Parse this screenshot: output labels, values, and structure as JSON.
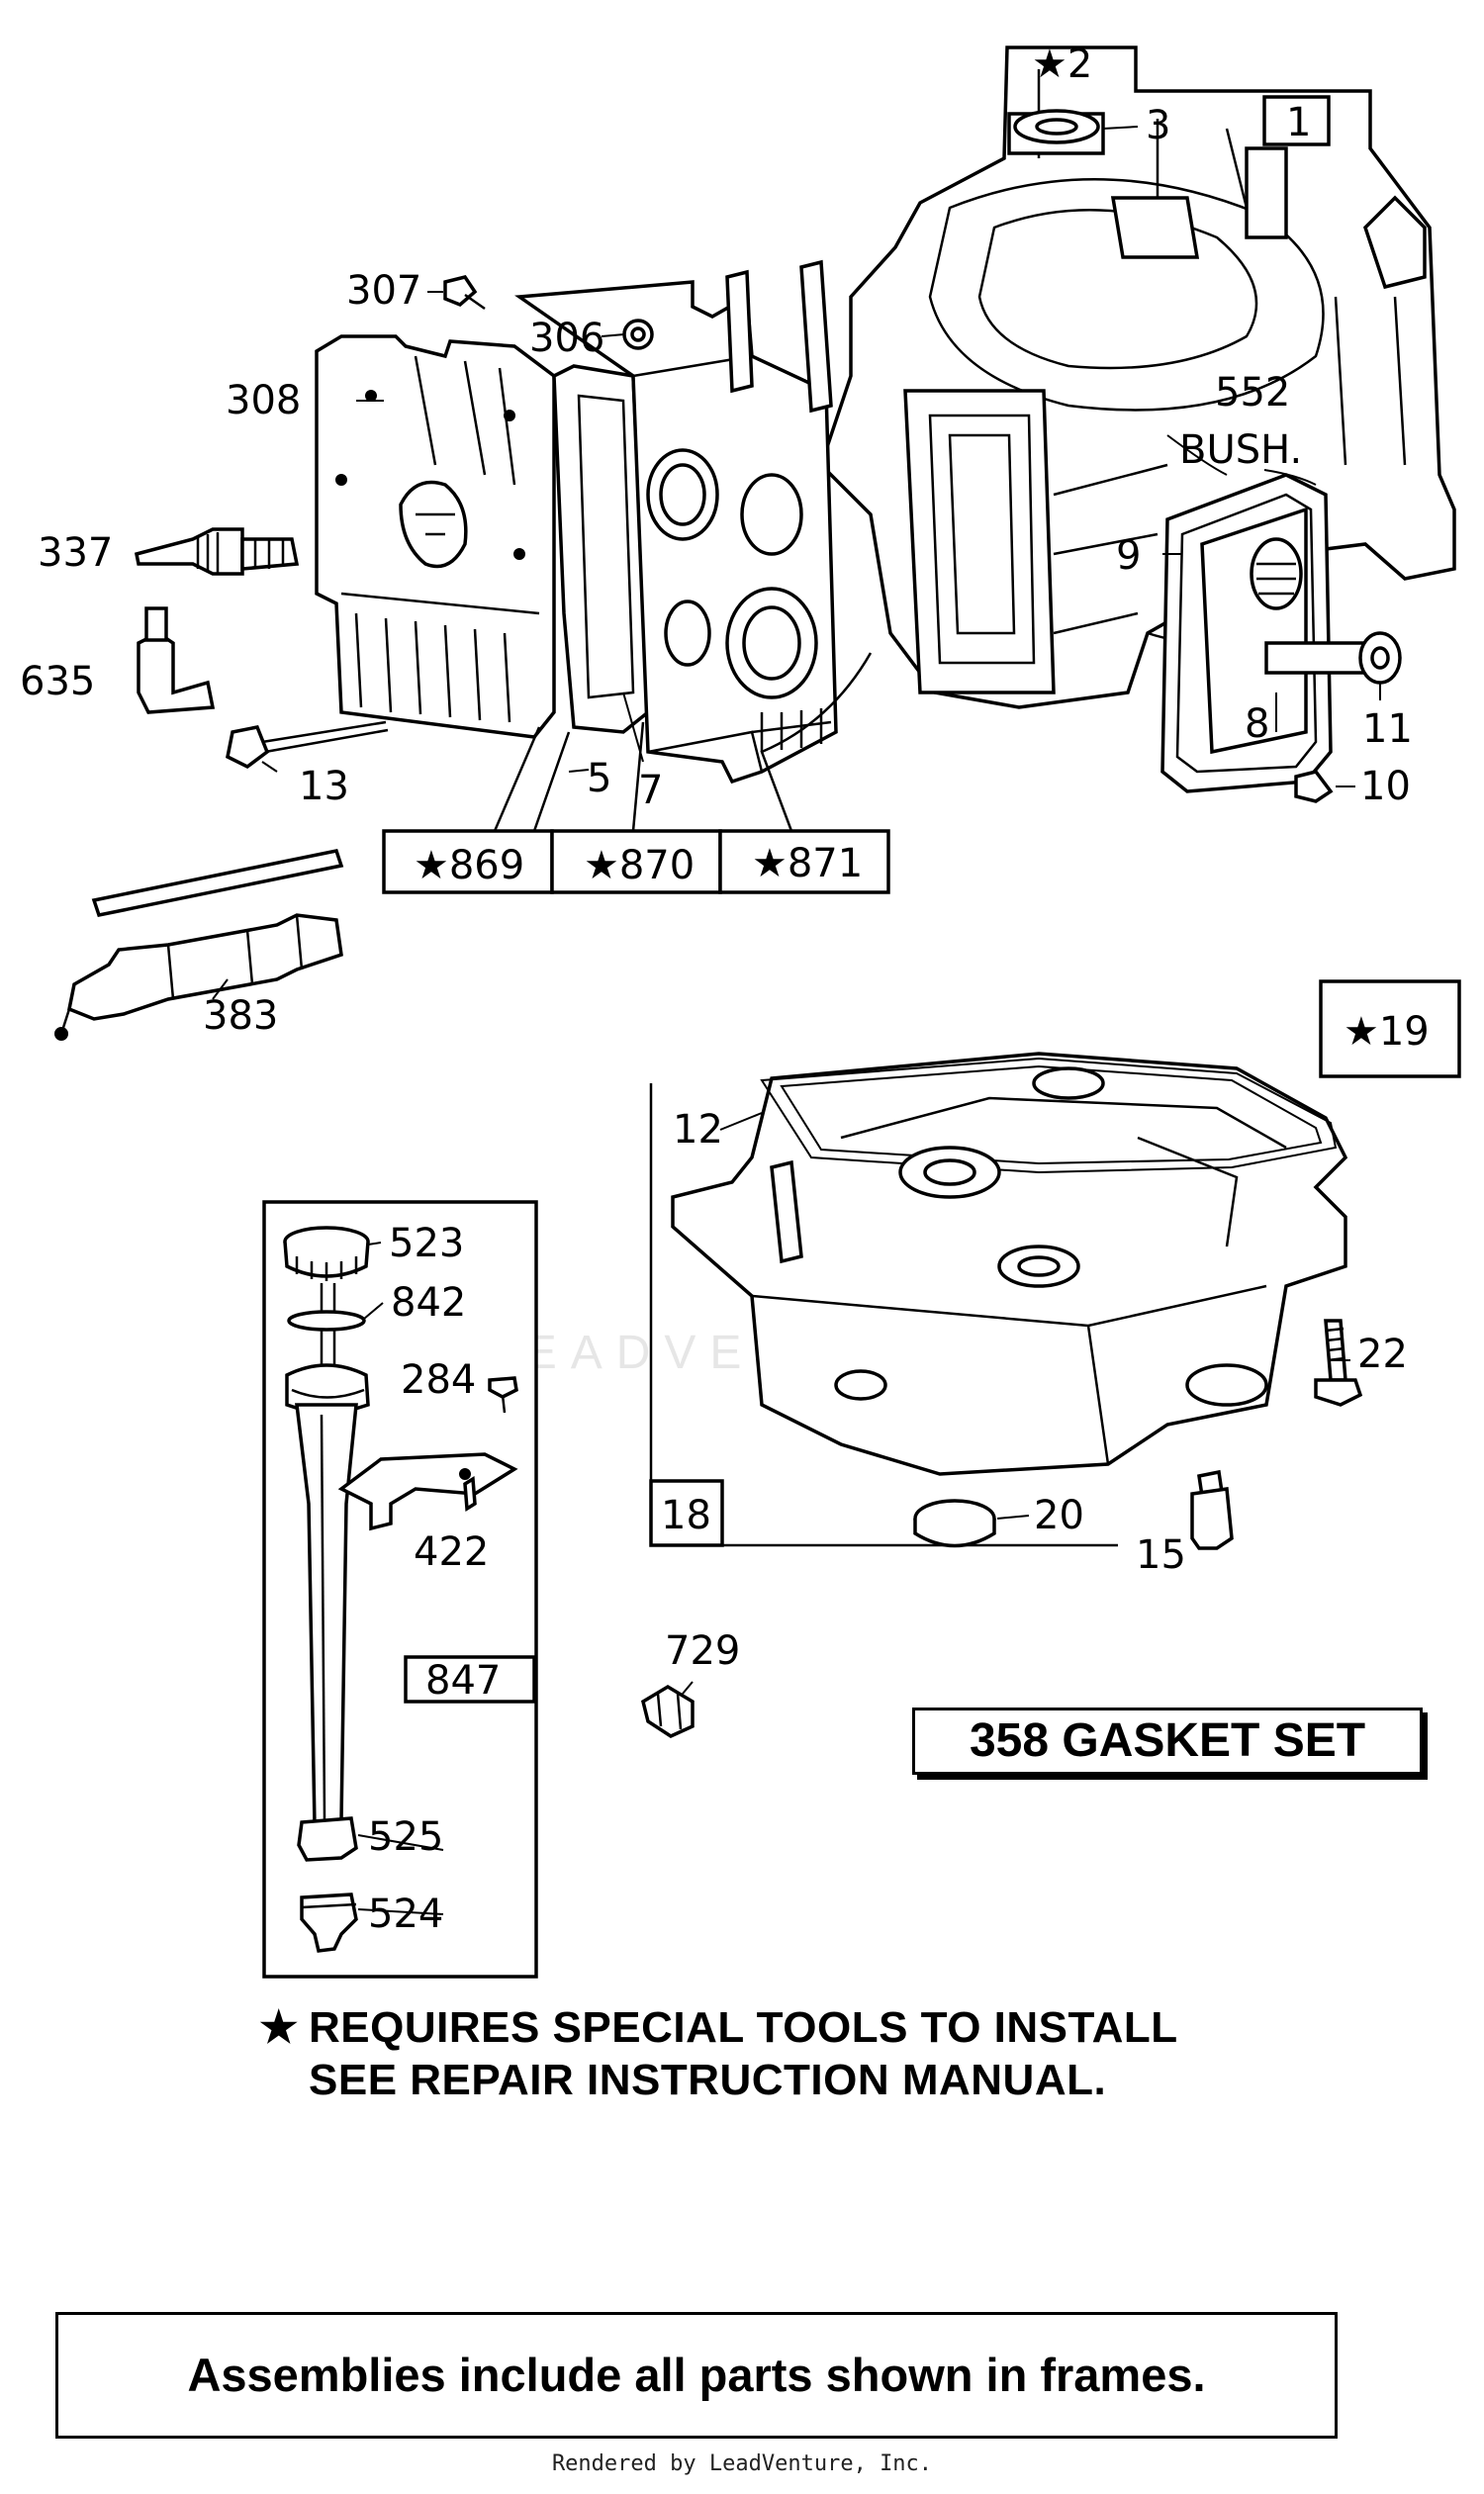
{
  "callouts": {
    "c2": "★2",
    "c3": "3",
    "c1": "1",
    "c307": "307",
    "c306": "306",
    "c308": "308",
    "c552": "552",
    "c_bush": "BUSH.",
    "c9": "9",
    "c337": "337",
    "c635": "635",
    "c8": "8",
    "c11": "11",
    "c10": "10",
    "c13": "13",
    "c5": "5",
    "c7": "7",
    "c869": "★869",
    "c870": "★870",
    "c871": "★871",
    "c383": "383",
    "c19": "★19",
    "c12": "12",
    "c523": "523",
    "c842": "842",
    "c284": "284",
    "c22": "22",
    "c422": "422",
    "c18": "18",
    "c20": "20",
    "c15": "15",
    "c729": "729",
    "c847": "847",
    "c525": "525",
    "c524": "524"
  },
  "notes": {
    "star": "★",
    "line1": "REQUIRES SPECIAL TOOLS TO INSTALL",
    "line2": "SEE REPAIR INSTRUCTION MANUAL."
  },
  "gasket_set": "358  GASKET SET",
  "footer": "Assemblies include all parts shown in frames.",
  "credit": "Rendered by LeadVenture, Inc.",
  "watermark": "LEADVENTURE"
}
